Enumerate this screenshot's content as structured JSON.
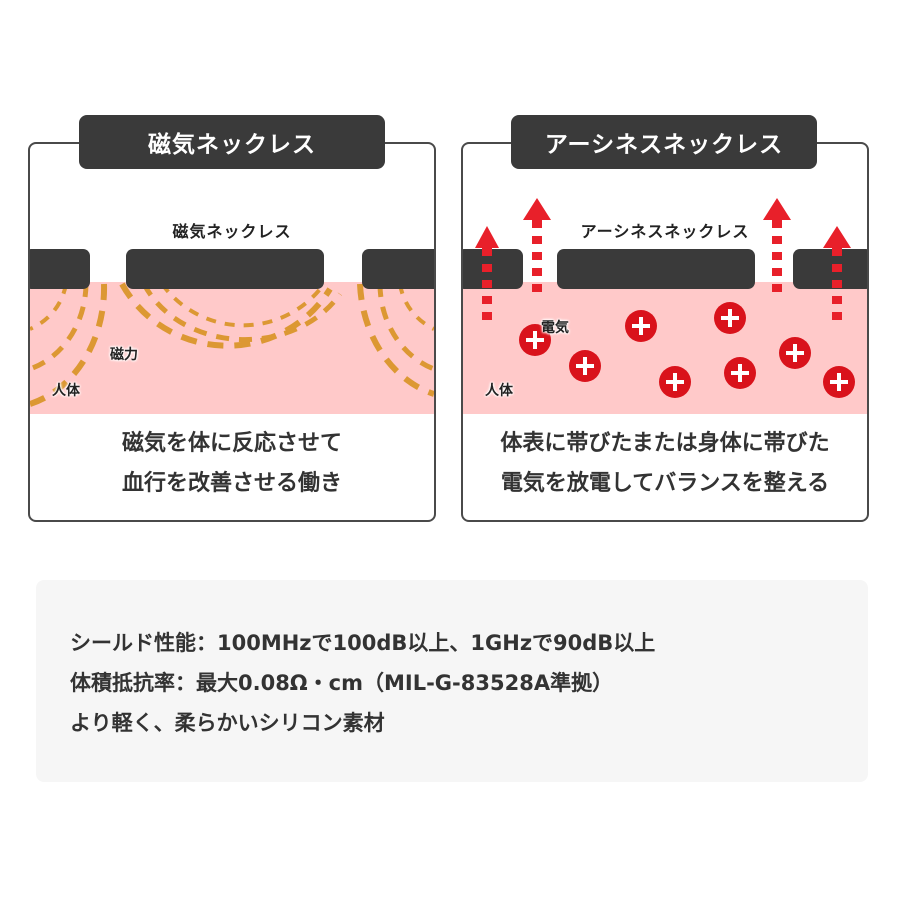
{
  "panels": {
    "magnetic": {
      "tab_title": "磁気ネックレス",
      "necklace_label": "磁気ネックレス",
      "tag_force": "磁力",
      "tag_body": "人体",
      "caption_line1": "磁気を体に反応させて",
      "caption_line2": "血行を改善させる働き",
      "colors": {
        "arc": "#dc9833",
        "body": "#ffc9c9",
        "band": "#3a3a3a"
      }
    },
    "earthing": {
      "tab_title": "アーシネスネックレス",
      "necklace_label": "アーシネスネックレス",
      "tag_electric": "電気",
      "tag_body": "人体",
      "caption_line1": "体表に帯びたまたは身体に帯びた",
      "caption_line2": "電気を放電してバランスを整える",
      "charge_icon": "plus-circle-icon",
      "arrow_icon": "dotted-up-arrow-icon",
      "colors": {
        "charge": "#d9121b",
        "arrow": "#e8202a",
        "body": "#ffc9c9",
        "band": "#3a3a3a"
      }
    }
  },
  "specs": {
    "line1": "シールド性能：100MHzで100dB以上、1GHzで90dB以上",
    "line2": "体積抵抗率：最大0.08Ω・cm（MIL-G-83528A準拠）",
    "line3": "より軽く、柔らかいシリコン素材"
  }
}
